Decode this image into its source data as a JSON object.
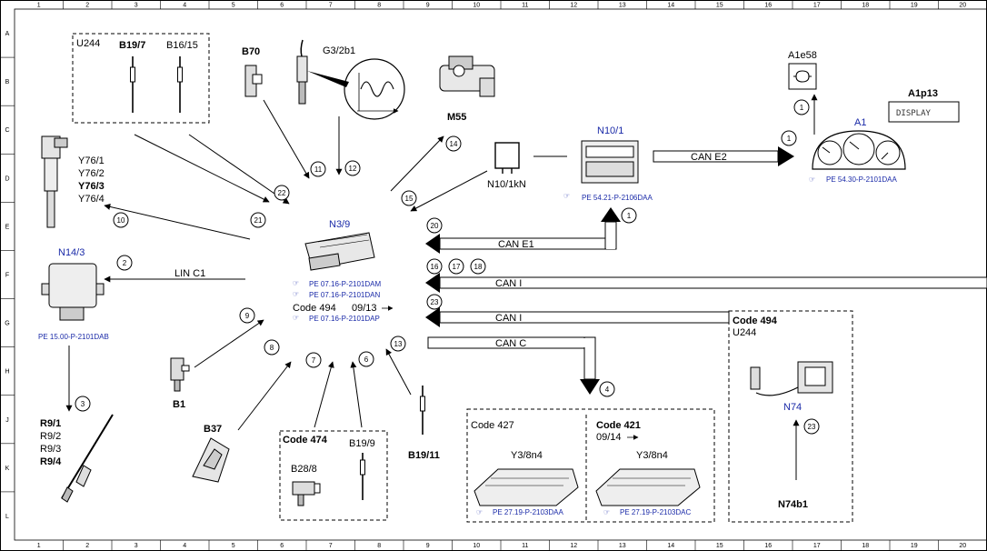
{
  "grid": {
    "columns": [
      "1",
      "2",
      "3",
      "4",
      "5",
      "6",
      "7",
      "8",
      "9",
      "10",
      "11",
      "12",
      "13",
      "14",
      "15",
      "16",
      "17",
      "18",
      "19",
      "20"
    ],
    "rows": [
      "A",
      "B",
      "C",
      "D",
      "E",
      "F",
      "G",
      "H",
      "J",
      "K",
      "L"
    ]
  },
  "components": {
    "u244_top": "U244",
    "b19_7": "B19/7",
    "b16_15": "B16/15",
    "b70": "B70",
    "g3_2b1": "G3/2b1",
    "m55": "M55",
    "n10_1": "N10/1",
    "n10_1kn": "N10/1kN",
    "a1e58": "A1e58",
    "a1p13": "A1p13",
    "a1": "A1",
    "a1_display": "DISPLAY",
    "y76_1": "Y76/1",
    "y76_2": "Y76/2",
    "y76_3": "Y76/3",
    "y76_4": "Y76/4",
    "n14_3": "N14/3",
    "n3_9": "N3/9",
    "b1": "B1",
    "b37": "B37",
    "r9_1": "R9/1",
    "r9_2": "R9/2",
    "r9_3": "R9/3",
    "r9_4": "R9/4",
    "code474": "Code 474",
    "b28_8": "B28/8",
    "b19_9": "B19/9",
    "b19_11": "B19/11",
    "code427": "Code 427",
    "y3_8n4_a": "Y3/8n4",
    "code421": "Code 421",
    "date_0914": "09/14",
    "y3_8n4_b": "Y3/8n4",
    "code494_right": "Code 494",
    "u244_right": "U244",
    "n74": "N74",
    "n74b1": "N74b1"
  },
  "n3_9_refs": {
    "ref1": "PE 07.16-P-2101DAM",
    "ref2": "PE 07.16-P-2101DAN",
    "code494": "Code 494",
    "date": "09/13",
    "ref3": "PE 07.16-P-2101DAP"
  },
  "refs": {
    "n10_1": "PE 54.21-P-2106DAA",
    "a1": "PE 54.30-P-2101DAA",
    "n14_3": "PE 15.00-P-2101DAB",
    "y3_a": "PE 27.19-P-2103DAA",
    "y3_b": "PE 27.19-P-2103DAC"
  },
  "buses": {
    "can_e2": "CAN E2",
    "can_e1": "CAN E1",
    "can_i_1": "CAN I",
    "can_i_2": "CAN I",
    "can_c": "CAN C",
    "lin_c1": "LIN C1"
  },
  "callouts": {
    "n1a": "1",
    "n1b": "1",
    "n1c": "1",
    "n2": "2",
    "n3": "3",
    "n4": "4",
    "n6": "6",
    "n7": "7",
    "n8": "8",
    "n9": "9",
    "n10": "10",
    "n11": "11",
    "n12": "12",
    "n13": "13",
    "n14": "14",
    "n15": "15",
    "n16": "16",
    "n17": "17",
    "n18": "18",
    "n20": "20",
    "n21": "21",
    "n22": "22",
    "n23a": "23",
    "n23b": "23"
  }
}
